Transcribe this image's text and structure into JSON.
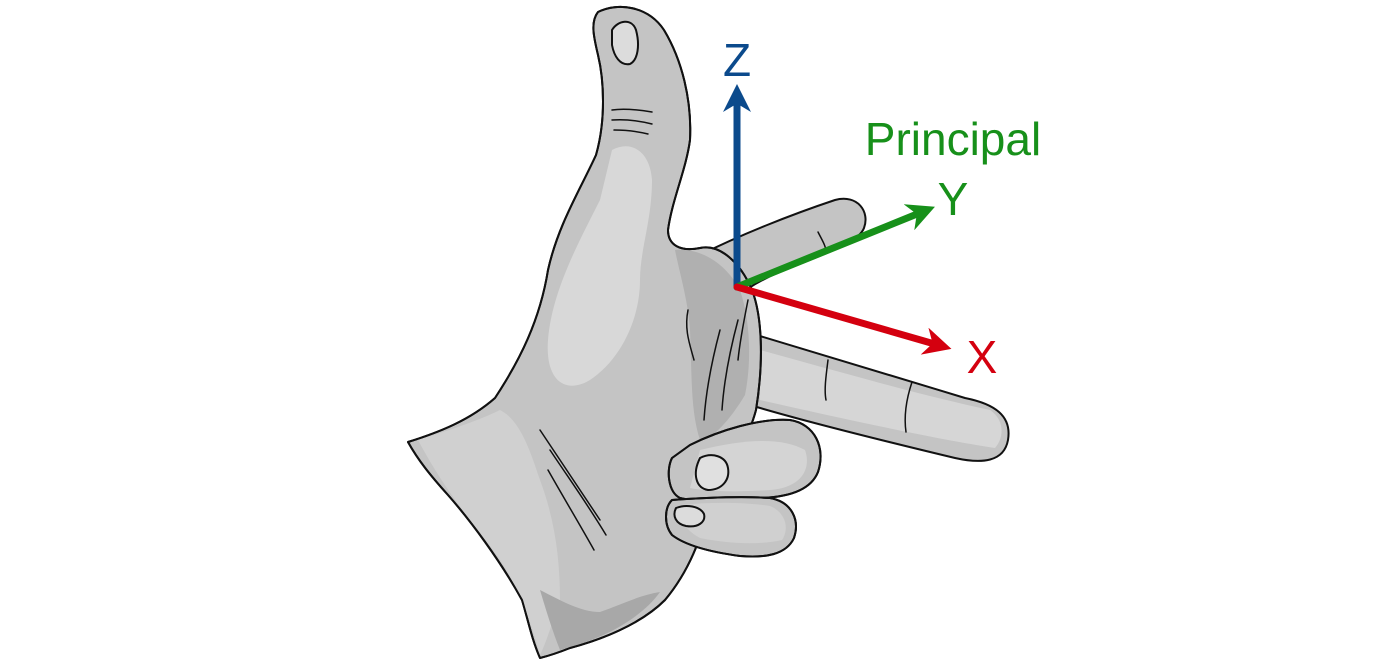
{
  "diagram": {
    "labels": {
      "z": "Z",
      "y_top": "Principal",
      "y_bottom": "Y",
      "x": "X"
    },
    "colors": {
      "z_axis": "#0b4a8c",
      "y_axis": "#17901a",
      "x_axis": "#d4000f",
      "skin_main": "#c4c4c4",
      "skin_light": "#dcdcdc",
      "skin_shadow": "#a8a8a8",
      "outline": "#111111"
    },
    "illustration": "right-hand-coordinate-system"
  }
}
